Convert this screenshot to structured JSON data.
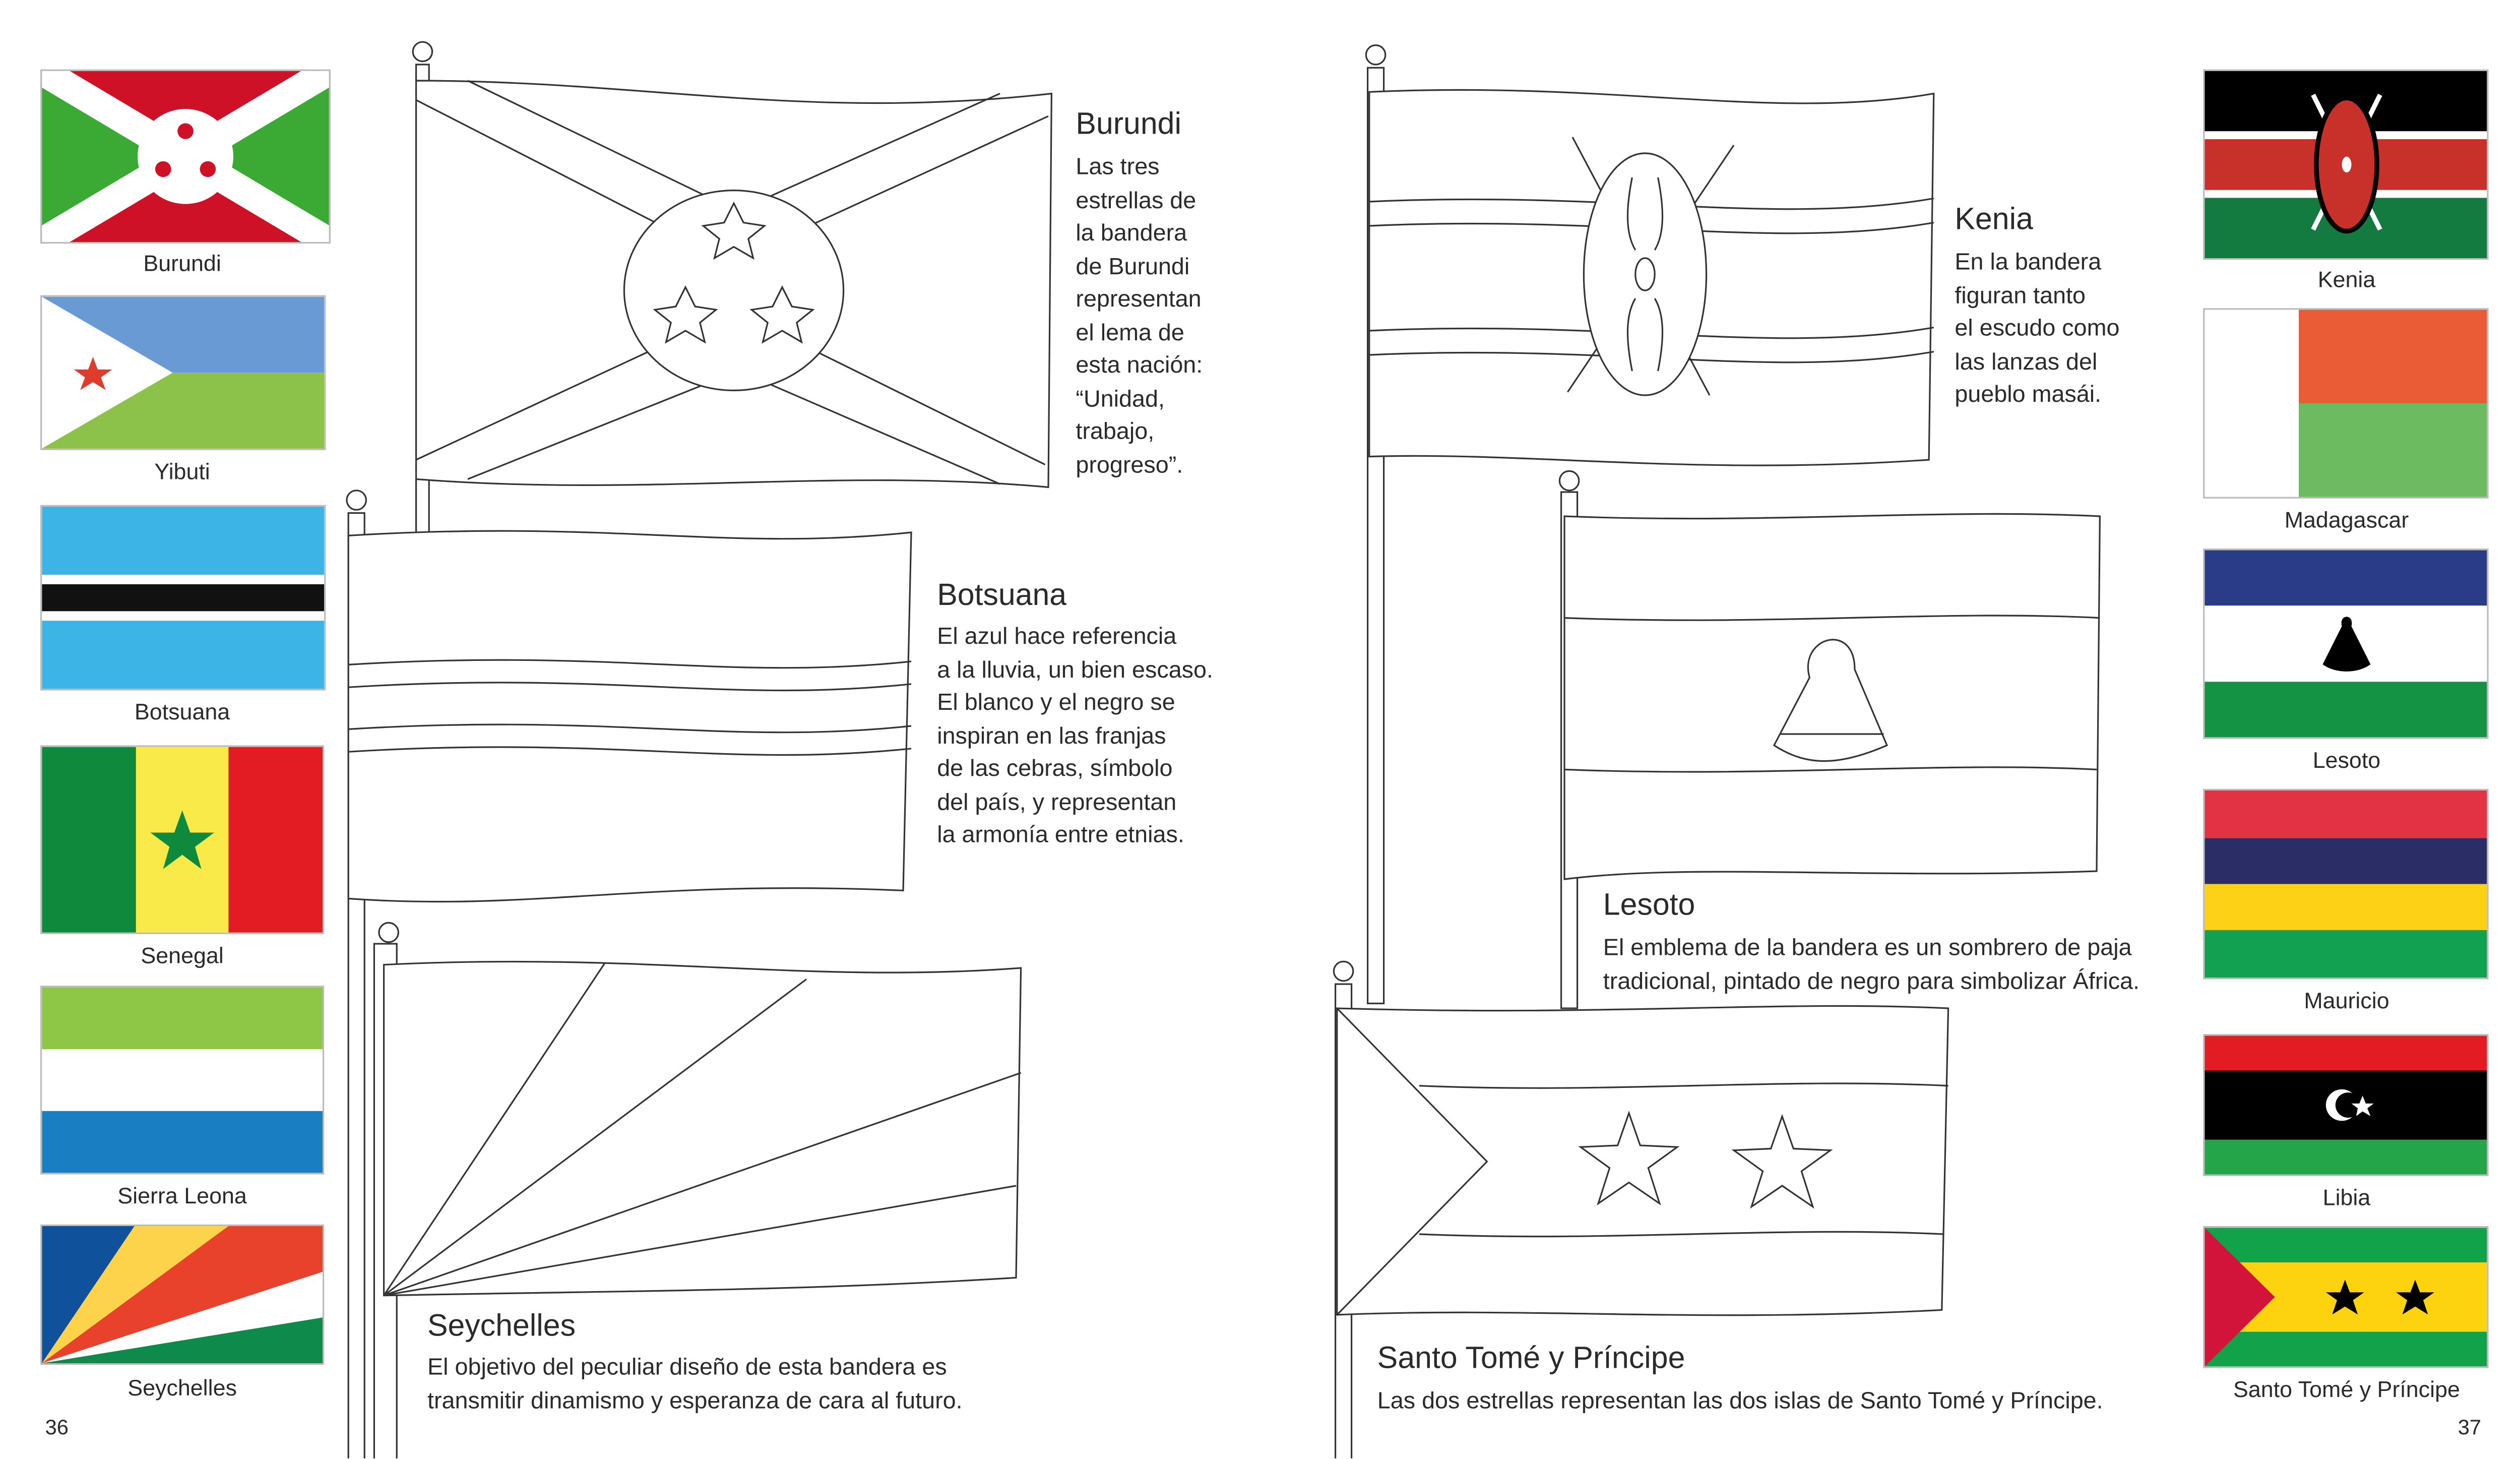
{
  "pages": {
    "left_number": "36",
    "right_number": "37"
  },
  "small_flags": {
    "burundi": "Burundi",
    "yibuti": "Yibuti",
    "botsuana": "Botsuana",
    "senegal": "Senegal",
    "sierra_leona": "Sierra Leona",
    "seychelles": "Seychelles",
    "kenia": "Kenia",
    "madagascar": "Madagascar",
    "lesoto": "Lesoto",
    "mauricio": "Mauricio",
    "libia": "Libia",
    "stp": "Santo Tomé y Príncipe"
  },
  "entries": {
    "burundi": {
      "title": "Burundi",
      "lines": [
        "Las tres",
        "estrellas de",
        "la bandera",
        "de Burundi",
        "representan",
        "el lema de",
        "esta nación:",
        "“Unidad,",
        "trabajo,",
        "progreso”."
      ]
    },
    "botsuana": {
      "title": "Botsuana",
      "lines": [
        "El azul hace referencia",
        "a la lluvia, un bien escaso.",
        "El blanco y el negro se",
        "inspiran en las franjas",
        "de las cebras, símbolo",
        "del país, y representan",
        "la armonía entre etnias."
      ]
    },
    "seychelles": {
      "title": "Seychelles",
      "lines": [
        "El objetivo del peculiar diseño de esta bandera es",
        "transmitir dinamismo y esperanza de cara al futuro."
      ]
    },
    "kenia": {
      "title": "Kenia",
      "lines": [
        "En la bandera",
        "figuran tanto",
        "el escudo como",
        "las lanzas del",
        "pueblo masái."
      ]
    },
    "lesoto": {
      "title": "Lesoto",
      "lines": [
        "El emblema de la bandera es un sombrero de paja",
        "tradicional, pintado de negro para simbolizar África."
      ]
    },
    "stp": {
      "title": "Santo Tomé y Príncipe",
      "lines": [
        "Las dos estrellas representan las dos islas de Santo Tomé y Príncipe."
      ]
    }
  }
}
